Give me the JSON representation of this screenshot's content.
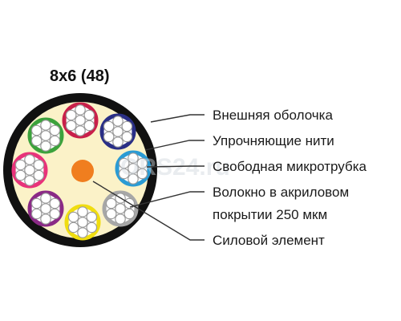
{
  "title": "8x6 (48)",
  "watermark": "ORS24.ru",
  "colors": {
    "jacket": "#111111",
    "filler": "#fbf2c8",
    "fiber_fill": "#ffffff",
    "fiber_stroke": "#9a9a9a",
    "strength_member": "#f07e1f",
    "leader": "#333333"
  },
  "labels": [
    {
      "id": "outer-jacket",
      "text": "Внешняя оболочка"
    },
    {
      "id": "strength-yarns",
      "text": "Упрочняющие нити"
    },
    {
      "id": "loose-microtube",
      "text": "Свободная микротрубка"
    },
    {
      "id": "fiber-line1",
      "text": "Волокно в акриловом"
    },
    {
      "id": "fiber-line2",
      "text": "покрытии 250 мкм"
    },
    {
      "id": "central-member",
      "text": "Силовой элемент"
    }
  ],
  "tubes": [
    {
      "name": "red",
      "color": "#c8204a"
    },
    {
      "name": "blue",
      "color": "#2a2f86"
    },
    {
      "name": "light-blue",
      "color": "#2b9bd4"
    },
    {
      "name": "gray",
      "color": "#a7a7a7"
    },
    {
      "name": "yellow",
      "color": "#f0dd10"
    },
    {
      "name": "violet",
      "color": "#8a2a86"
    },
    {
      "name": "pink",
      "color": "#e8337a"
    },
    {
      "name": "green",
      "color": "#3ca23c"
    }
  ]
}
